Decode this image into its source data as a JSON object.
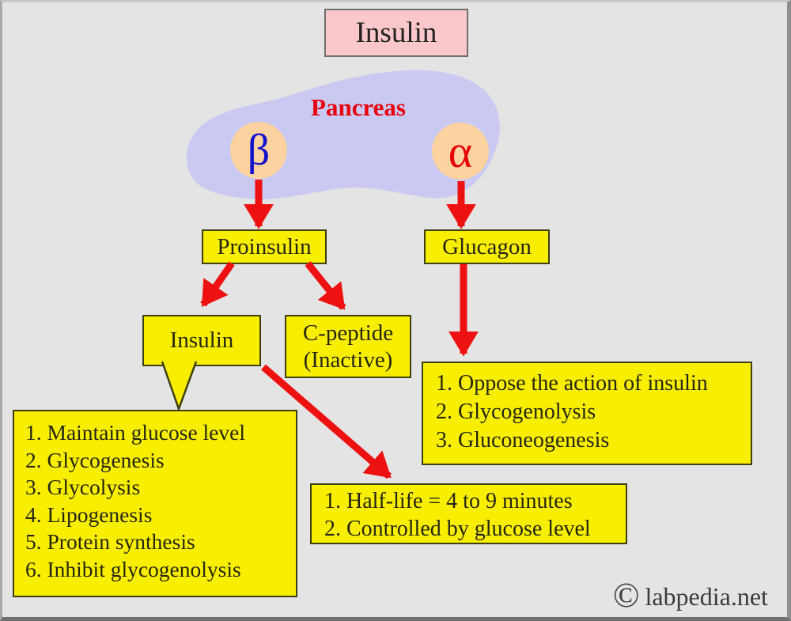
{
  "title": {
    "label": "Insulin"
  },
  "pancreas": {
    "label": "Pancreas",
    "beta_symbol": "β",
    "alpha_symbol": "α"
  },
  "nodes": {
    "proinsulin": {
      "label": "Proinsulin"
    },
    "glucagon": {
      "label": "Glucagon"
    },
    "insulin": {
      "label": "Insulin"
    },
    "c_peptide": {
      "line1": "C-peptide",
      "line2": "(Inactive)"
    }
  },
  "lists": {
    "insulin_functions": [
      "1. Maintain glucose level",
      "2. Glycogenesis",
      "3. Glycolysis",
      "4. Lipogenesis",
      "5. Protein synthesis",
      "6. Inhibit glycogenolysis"
    ],
    "glucagon_functions": [
      "1. Oppose the action of insulin",
      "2. Glycogenolysis",
      "3. Gluconeogenesis"
    ],
    "insulin_properties": [
      "1. Half-life = 4 to 9 minutes",
      "2. Controlled by glucose level"
    ]
  },
  "watermark": {
    "symbol": "©",
    "label": "labpedia.net"
  },
  "colors": {
    "background": "#e4e4e4",
    "box_yellow": "#f8ef00",
    "box_border": "#3f3f10",
    "title_pink": "#fac8ca",
    "pancreas_lavender": "#c9c9f2",
    "islet_peach": "#fcd2a0",
    "arrow_red": "#ee1111",
    "beta_blue": "#1212cc",
    "alpha_red": "#e60008",
    "pancreas_label_red": "#e8000e"
  }
}
